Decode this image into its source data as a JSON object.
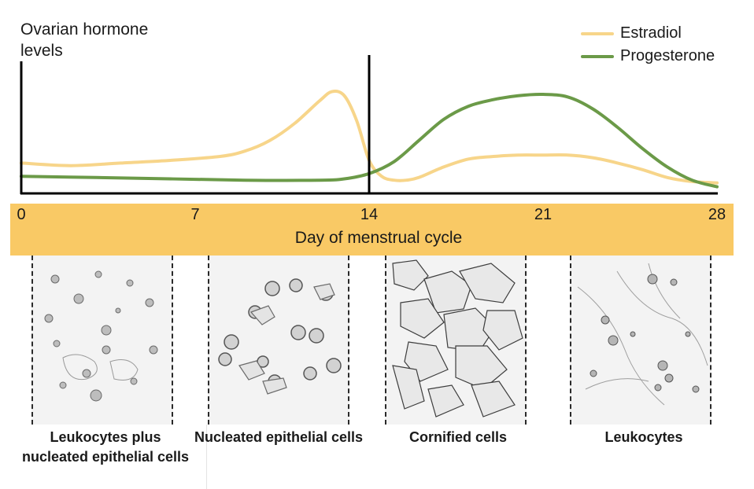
{
  "chart_data": {
    "type": "line",
    "title": "",
    "ylabel": "Ovarian hormone levels",
    "xlabel": "Day of menstrual cycle",
    "x_ticks": [
      0,
      7,
      14,
      21,
      28
    ],
    "xlim": [
      0,
      28
    ],
    "ylim": [
      0,
      100
    ],
    "vline_day": 14,
    "grid": false,
    "legend_position": "top-right",
    "series": [
      {
        "name": "Estradiol",
        "color": "#f7d58a",
        "x": [
          0,
          2,
          4,
          6,
          8,
          9,
          10,
          11,
          12,
          12.5,
          13,
          13.5,
          14,
          14.5,
          15,
          15.5,
          16,
          17,
          18,
          19,
          20,
          21,
          22,
          23,
          24,
          25,
          26,
          27,
          28
        ],
        "y": [
          23,
          21,
          23,
          25,
          28,
          32,
          40,
          53,
          70,
          77,
          74,
          55,
          25,
          13,
          10,
          10,
          12,
          20,
          26,
          28,
          29,
          29,
          29,
          27,
          23,
          18,
          12,
          9,
          8
        ]
      },
      {
        "name": "Progesterone",
        "color": "#6b9a48",
        "x": [
          0,
          3,
          6,
          9,
          12,
          13,
          14,
          15,
          16,
          17,
          18,
          19,
          20,
          21,
          22,
          23,
          24,
          25,
          26,
          27,
          28
        ],
        "y": [
          13,
          12,
          11,
          10,
          10,
          11,
          15,
          24,
          40,
          56,
          66,
          71,
          74,
          75,
          73,
          64,
          50,
          34,
          20,
          10,
          5
        ]
      }
    ]
  },
  "smears": [
    {
      "caption": "Leukocytes plus nucleated epithelial cells",
      "cell_types": [
        "leukocytes",
        "nucleated epithelial cells"
      ]
    },
    {
      "caption": "Nucleated epithelial cells",
      "cell_types": [
        "nucleated epithelial cells"
      ]
    },
    {
      "caption": "Cornified cells",
      "cell_types": [
        "cornified cells"
      ]
    },
    {
      "caption": "Leukocytes",
      "cell_types": [
        "leukocytes"
      ]
    }
  ],
  "colors": {
    "band": "#f9c965",
    "axis": "#000000",
    "estradiol": "#f7d58a",
    "progesterone": "#6b9a48"
  }
}
